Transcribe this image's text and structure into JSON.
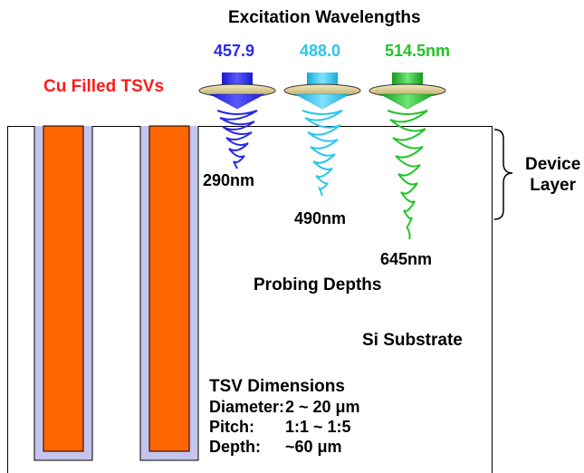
{
  "title": "Excitation Wavelengths",
  "wavelengths": [
    {
      "label": "457.9",
      "color": "#2a2ae6"
    },
    {
      "label": "488.0",
      "color": "#29c6ee"
    },
    {
      "label": "514.5nm",
      "color": "#22c42a"
    }
  ],
  "tsv_label": "Cu Filled TSVs",
  "depths": [
    "290nm",
    "490nm",
    "645nm"
  ],
  "probing_label": "Probing Depths",
  "device_layer": {
    "line1": "Device",
    "line2": "Layer"
  },
  "substrate_label": "Si Substrate",
  "dimensions": {
    "title": "TSV Dimensions",
    "rows": [
      {
        "key": "Diameter:",
        "value": "2 ~ 20 μm"
      },
      {
        "key": "Pitch:",
        "value": "1:1 ~ 1:5"
      },
      {
        "key": "Depth:",
        "value": "~60 μm"
      }
    ]
  },
  "colors": {
    "copper": "#ff6600",
    "liner": "#c4c4ee",
    "disc": "#d9c98a"
  }
}
